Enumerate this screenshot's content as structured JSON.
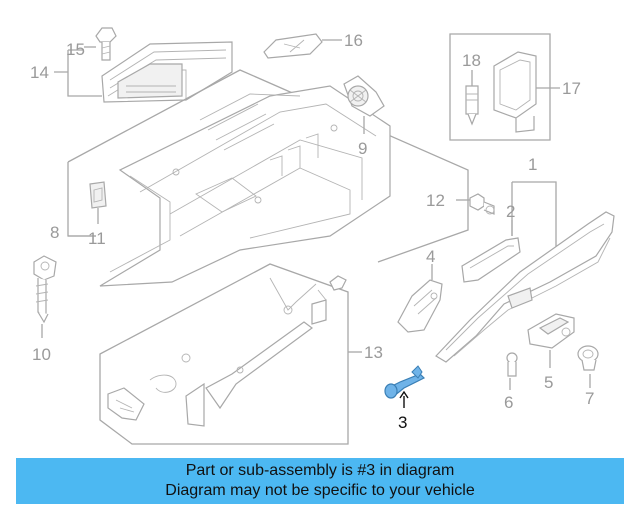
{
  "diagram": {
    "callouts": [
      "1",
      "2",
      "3",
      "4",
      "5",
      "6",
      "7",
      "8",
      "9",
      "10",
      "11",
      "12",
      "13",
      "14",
      "15",
      "16",
      "17",
      "18"
    ],
    "highlighted_callout": "3",
    "highlight_color": "#6fb3e8",
    "line_color": "#a8a8a8"
  },
  "banner": {
    "line1": "Part or sub-assembly is #3 in diagram",
    "line2": "Diagram may not be specific to your vehicle",
    "background": "#4cb8f2"
  }
}
